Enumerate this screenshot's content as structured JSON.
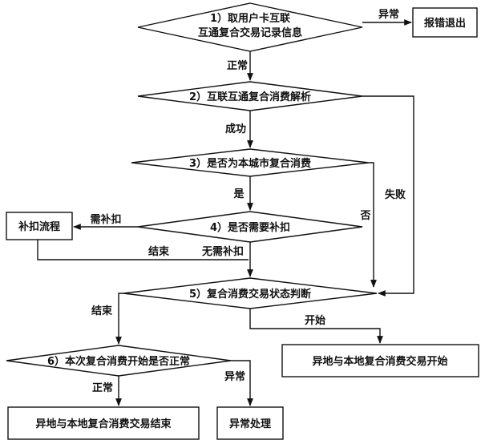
{
  "nodes": {
    "d1": {
      "line1": "1）取用户卡互联",
      "line2": "互通复合交易记录信息"
    },
    "exit": {
      "label": "报错退出"
    },
    "d2": {
      "label": "2）互联互通复合消费解析"
    },
    "d3": {
      "label": "3）是否为本城市复合消费"
    },
    "d4": {
      "label": "4）是否需要补扣"
    },
    "supplement": {
      "label": "补扣流程"
    },
    "d5": {
      "label": "5）复合消费交易状态判断"
    },
    "start_box": {
      "label": "异地与本地复合消费交易开始"
    },
    "d6": {
      "label": "6）本次复合消费开始是否正常"
    },
    "end_box": {
      "label": "异地与本地复合消费交易结束"
    },
    "abnormal_box": {
      "label": "异常处理"
    }
  },
  "edges": {
    "d1_exit": "异常",
    "d1_d2": "正常",
    "d2_d3": "成功",
    "d2_d5": "失败",
    "d3_d4": "是",
    "d3_d5": "否",
    "d4_supp": "需补扣",
    "supp_d5": "结束",
    "d4_d5": "无需补扣",
    "d5_d6": "结束",
    "d5_start": "开始",
    "d6_end": "正常",
    "d6_abn": "异常"
  }
}
